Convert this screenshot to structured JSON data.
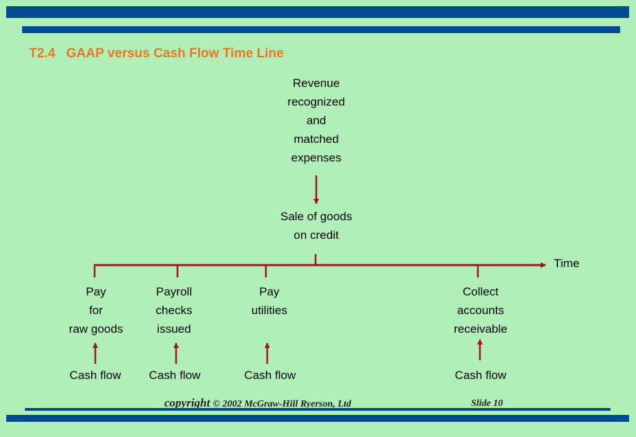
{
  "title": "T2.4   GAAP versus Cash Flow Time Line",
  "top_block": [
    "Revenue",
    "recognized",
    "and",
    "matched",
    "expenses"
  ],
  "sale_block": [
    "Sale of goods",
    "on credit"
  ],
  "time_label": "Time",
  "events": [
    {
      "lines": [
        "Pay",
        "for",
        "raw goods"
      ],
      "cash_flow": "Cash flow"
    },
    {
      "lines": [
        "Payroll",
        "checks",
        "issued"
      ],
      "cash_flow": "Cash flow"
    },
    {
      "lines": [
        "Pay",
        "utilities"
      ],
      "cash_flow": "Cash flow"
    },
    {
      "lines": [
        "Collect",
        "accounts",
        "receivable"
      ],
      "cash_flow": "Cash flow"
    }
  ],
  "footer": {
    "copyright_word": "copyright",
    "copyright_rest": "© 2002 McGraw-Hill Ryerson, Ltd",
    "slide": "Slide 10"
  },
  "colors": {
    "bar": "#004a94",
    "title": "#e87722",
    "line": "#a31515",
    "background": "#b0f0b8"
  }
}
